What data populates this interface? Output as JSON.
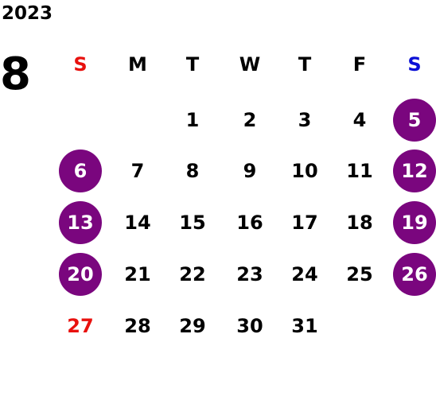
{
  "year": "2023",
  "month": "8",
  "weekday_headers": [
    "S",
    "M",
    "T",
    "W",
    "T",
    "F",
    "S"
  ],
  "colors": {
    "sunday": "#e8110e",
    "saturday": "#0b10d6",
    "highlight": "#7a067e",
    "text": "#000000"
  },
  "weeks": [
    [
      "",
      "",
      "1",
      "2",
      "3",
      "4",
      "5"
    ],
    [
      "6",
      "7",
      "8",
      "9",
      "10",
      "11",
      "12"
    ],
    [
      "13",
      "14",
      "15",
      "16",
      "17",
      "18",
      "19"
    ],
    [
      "20",
      "21",
      "22",
      "23",
      "24",
      "25",
      "26"
    ],
    [
      "27",
      "28",
      "29",
      "30",
      "31",
      "",
      ""
    ]
  ],
  "highlighted_days": [
    "5",
    "6",
    "12",
    "13",
    "19",
    "20",
    "26"
  ],
  "red_days": [
    "27"
  ]
}
